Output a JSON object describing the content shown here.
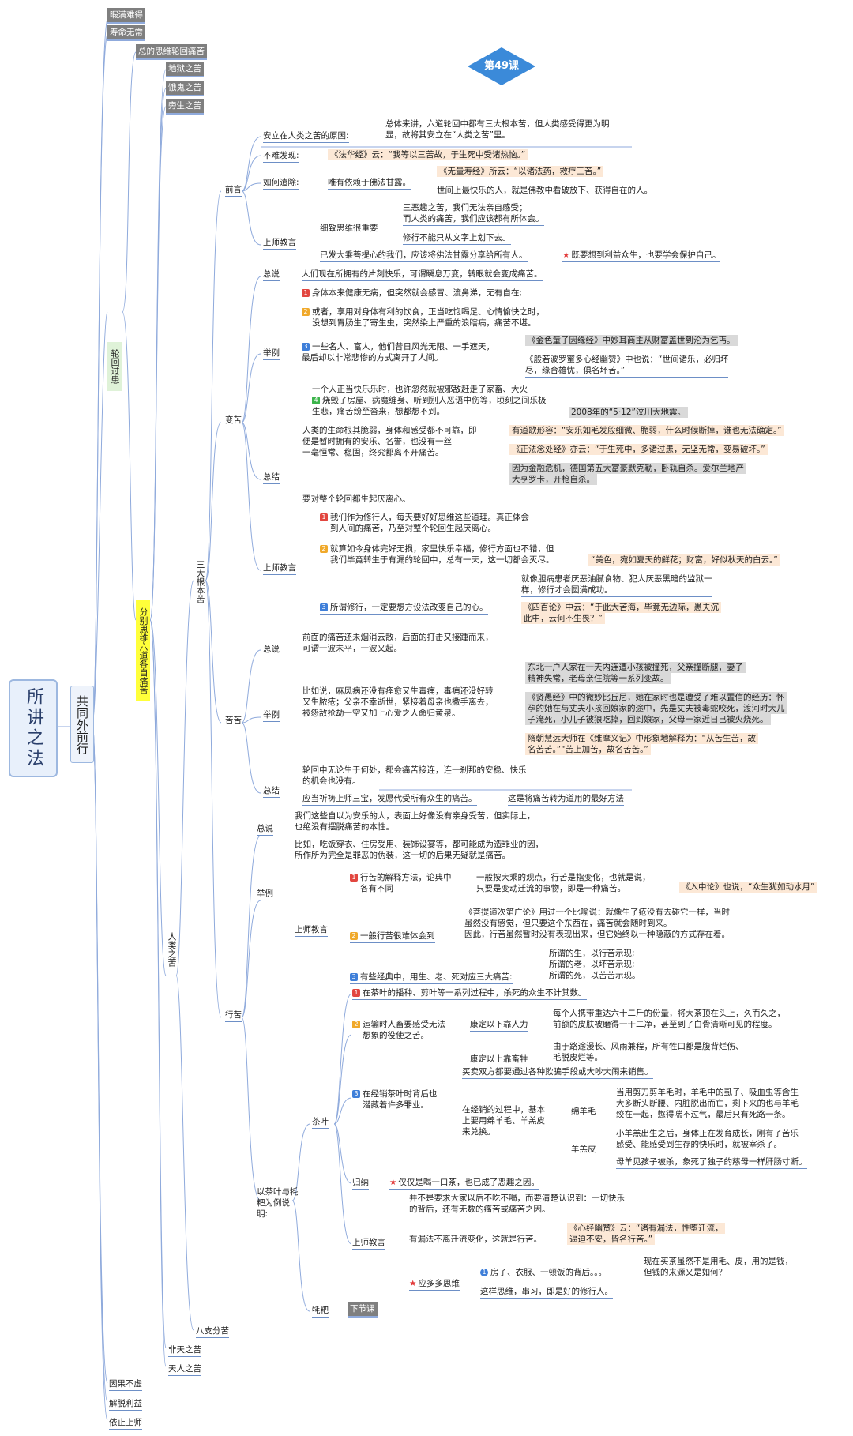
{
  "root": "所讲之法",
  "sub": "共同外前行",
  "lesson": "第49课",
  "top": {
    "t1": "暇满难得",
    "t2": "寿命无常",
    "t3": "总的思维轮回痛苦",
    "t4": "地狱之苦",
    "t5": "饿鬼之苦",
    "t6": "旁生之苦",
    "t7": "八支分苦",
    "t8": "非天之苦",
    "t9": "天人之苦",
    "t10": "因果不虚",
    "t11": "解脱利益",
    "t12": "依止上师"
  },
  "side": {
    "lunhui": "轮回过患",
    "fenbie": "分别思维六道各自痛苦",
    "sanda": "三大根本苦",
    "renlei": "人类之苦"
  },
  "qian": {
    "label": "前言",
    "r1": "安立在人类之苦的原因:",
    "r1t": "总体来讲，六道轮回中都有三大根本苦，但人类感受得更为明显，故将其安立在“人类之苦”里。",
    "r2": "不难发现:",
    "r2t": "《法华经》云：“我等以三苦故，于生死中受诸热恼。”",
    "r3": "如何遣除:",
    "r3a": "唯有依赖于佛法甘露。",
    "r3b": "《无量寿经》所云：“以诸法药，救疗三苦。”",
    "r3c": "世间上最快乐的人，就是佛教中看破放下、获得自在的人。",
    "r4": "上师教言",
    "r4a": "细致思维很重要",
    "r4b": "三恶趣之苦，我们无法亲自感受；",
    "r4c": "而人类的痛苦，我们应该都有所体会。",
    "r4d": "修行不能只从文字上划下去。",
    "r4e": "已发大乘菩提心的我们，应该将佛法甘露分享给所有人。",
    "r4f": "既要想到利益众生，也要学会保护自己。"
  },
  "bian": {
    "label": "变苦",
    "zs": "总说",
    "zst": "人们现在所拥有的片刻快乐，可谓瞬息万变，转眼就会变成痛苦。",
    "jl": "举例",
    "e1": "身体本来健康无病，但突然就会感冒、流鼻涕，无有自在;",
    "e2a": "或者，享用对身体有利的饮食，正当吃饱喝足、心情愉快之时，",
    "e2b": "没想到胃肠生了寄生虫，突然染上严重的浪瞎病，痛苦不堪。",
    "e3a": "一些名人、富人，他们昔日风光无限、一手遮天，",
    "e3b": "最后却以非常悲惨的方式离开了人间。",
    "e3c": "《金色童子因缘经》中妙耳商主从财富盖世到沦为乞丐。",
    "e3d": "《般若波罗蜜多心经幽赞》中也说：“世间诸乐，必归坏",
    "e3e": "尽，缘合雄忧，俱名坏苦。”",
    "e4a": "一个人正当快乐乐时，也许忽然就被邪敌赶走了家畜、大火",
    "e4b": "烧毁了房屋、病魔缠身、听到别人恶语中伤等，顷刻之间乐极",
    "e4c": "生悲，痛苦纷至沓来，想都想不到。",
    "e4d": "2008年的“5·12”汶川大地震。",
    "zj": "总结",
    "z1a": "人类的生命根其脆弱，身体和感受都不可靠，即",
    "z1b": "便是暂时拥有的安乐、名誉，也没有一丝",
    "z1c": "一毫恒常、稳固，终究都离不开痛苦。",
    "z1d": "有道歌形容：“安乐如毛发般细微、脆弱，什么时候断掉，谁也无法确定。”",
    "z1e": "《正法念处经》亦云：“于生死中，多诸过患，无坚无常，变易破坏。”",
    "z1f": "因为金融危机，德国第五大富豪默克勒，卧轨自杀。爱尔兰地产",
    "z1g": "大亨罗卡，开枪自杀。",
    "z1h": "要对整个轮回都生起厌离心。",
    "sj": "上师教言",
    "s1a": "我们作为修行人，每天要好好思维这些道理。真正体会",
    "s1b": "到人间的痛苦，乃至对整个轮回生起厌离心。",
    "s2a": "就算如今身体完好无损，家里快乐幸福，修行方面也不错，但",
    "s2b": "我们毕竟转生于有漏的轮回中，总有一天，这一切都会灭尽。",
    "s2c": "“美色，宛如夏天的鲜花；财富，好似秋天的白云。”",
    "s3a": "就像胆病患者厌恶油腻食物、犯人厌恶黑暗的监狱一",
    "s3b": "样，修行才会圆满成功。",
    "s3c": "所谓修行，一定要想方设法改变自己的心。",
    "s3d": "《四百论》中云：“于此大苦海，毕竟无边际，愚夫沉",
    "s3e": "此中，云何不生畏？”"
  },
  "ku": {
    "label": "苦苦",
    "zs": "总说",
    "zs1": "前面的痛苦还未烟消云散，后面的打击又接踵而来，",
    "zs2": "可谓一波未平，一波又起。",
    "jl": "举例",
    "j1": "比如说，麻风病还没有痊愈又生毒痈，毒痈还没好转",
    "j2": "又生脓疮；父亲不幸逝世，紧接着母亲也撒手离去，",
    "j3": "被怨敌抢劫一空又加上心爱之人命归黄泉。",
    "j4": "东北一户人家在一天内连遭小孩被撞死，父亲撞断腿，妻子",
    "j5": "精神失常，老母亲住院等一系列变故。",
    "j6": "《贤愚经》中的微妙比丘尼，她在家时也是遭受了难以置信的经历：怀",
    "j7": "孕的她在与丈夫小孩回娘家的途中，先是丈夫被毒蛇咬死，渡河时大儿",
    "j8": "子淹死，小儿子被狼吃掉，回到娘家，父母一家近日已被火烧死。",
    "j9": "隋朝慧远大师在《维摩义记》中形象地解释为：“从苦生苦，故",
    "j10": "名苦苦。”“苦上加苦，故名苦苦。”",
    "zj": "总结",
    "z1": "轮回中无论生于何处，都会痛苦接连，连一刹那的安稳、快乐",
    "z2": "的机会也没有。",
    "z3": "应当祈祷上师三宝，发愿代受所有众生的痛苦。",
    "z4": "这是将痛苦转为道用的最好方法"
  },
  "xing": {
    "label": "行苦",
    "zs": "总说",
    "zs1": "我们这些自以为安乐的人，表面上好像没有亲身受苦，但实际上，",
    "zs2": "也绝没有摆脱痛苦的本性。",
    "jl": "举例",
    "jt1": "比如，吃饭穿衣、住房受用、装饰设宴等，都可能成为造罪业的因，",
    "jt2": "所作所为完全是罪恶的伪装，这一切的后果无疑就是痛苦。",
    "sj": "上师教言",
    "a1": "行苦的解释方法，论典中",
    "a2": "各有不同",
    "a3": "一般按大乘的观点，行苦是指变化，也就是说，",
    "a4": "只要是变动迁流的事物，即是一种痛苦。",
    "a5": "《入中论》也说，“众生犹如动水月”",
    "b1": "一般行苦很难体会到",
    "b2": "《菩提道次第广论》用过一个比喻说：就像生了疮没有去碰它一样，当时",
    "b3": "虽然没有感觉，但只要这个东西在，痛苦就会随时到来。",
    "b4": "因此，行苦虽然暂时没有表现出来，但它始终以一种隐蔽的方式存在着。",
    "c1": "有些经典中，用生、老、死对应三大痛苦:",
    "c2": "所谓的生，以行苦示现;",
    "c3": "所谓的老，以坏苦示现;",
    "c4": "所谓的死，以苦苦示现。",
    "tea": "以茶叶与牦粑为例说明:",
    "teaL": "茶叶",
    "t1": "在茶叶的播种、剪叶等一系列过程中，杀死的众生不计其数。",
    "t2a": "运输时人畜要感受无法",
    "t2b": "想象的役使之苦。",
    "t2c": "康定以下靠人力",
    "t2d": "每个人携带重达六十二斤的份量，将大茶顶在头上，久而久之，",
    "t2e": "前额的皮肤被磨得一干二净，甚至到了白骨清晰可见的程度。",
    "t2f": "康定以上靠畜牲",
    "t2g": "由于路途漫长、风雨兼程，所有牲口都是腹背烂伤、",
    "t2h": "毛脱皮烂等。",
    "t3a": "在经销茶叶时背后也",
    "t3b": "潜藏着许多罪业。",
    "t3c": "买卖双方都要通过各种欺骗手段或大吵大闹来销售。",
    "t3d": "在经销的过程中，基本",
    "t3e": "上要用绵羊毛、羊羔皮",
    "t3f": "来兑换。",
    "t3g": "绵羊毛",
    "t3h": "当用剪刀剪羊毛时，羊毛中的虱子、吸血虫等含生",
    "t3i": "大多断头断腰、内脏脱出而亡，剩下来的也与羊毛",
    "t3j": "绞在一起，憋得喘不过气，最后只有死路一条。",
    "t3k": "羊羔皮",
    "t3l": "小羊羔出生之后，身体正在发育成长，刚有了苦乐",
    "t3m": "感受、能感受到生存的快乐时，就被宰杀了。",
    "t3n": "母羊见孩子被杀，象死了独子的慈母一样肝肠寸断。",
    "gn": "归纳",
    "gnt": "仅仅是喝一口茶，也已成了恶趣之因。",
    "sj2": "上师教言",
    "u1": "并不是要求大家以后不吃不喝，而要清楚认识到：一切快乐",
    "u2": "的背后，还有无数的痛苦或痛苦之因。",
    "u3": "有漏法不离迁流变化，这就是行苦。",
    "u4": "《心经幽赞》云：“诸有漏法，性堕迁流，",
    "u5": "逼迫不安，皆名行苦。”",
    "u6": "应多多思维",
    "u7": "房子、衣服、一顿饭的背后。。。",
    "u8": "现在买茶虽然不是用毛、皮，用的是钱，",
    "u9": "但钱的来源又是如何？",
    "u10": "这样思维，串习，即是好的修行人。",
    "zb": "牦粑",
    "next": "下节课"
  }
}
